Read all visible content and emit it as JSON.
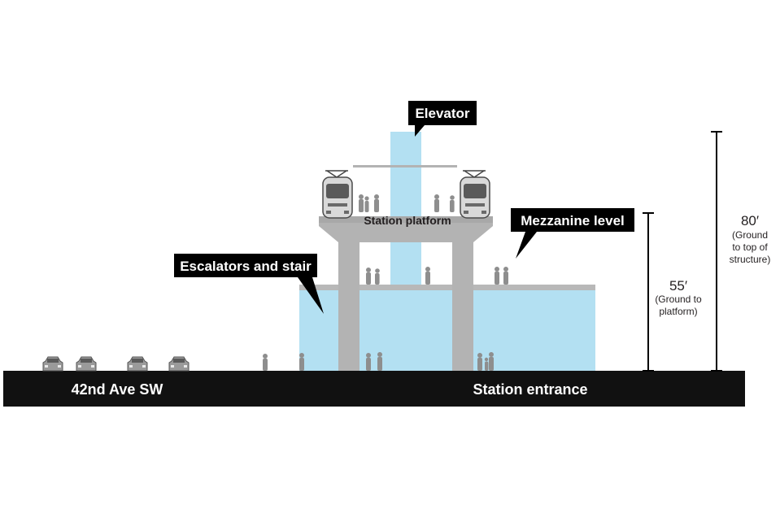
{
  "labels": {
    "elevator": "Elevator",
    "mezzanine": "Mezzanine level",
    "escalators": "Escalators and stair",
    "platform": "Station platform",
    "street": "42nd Ave SW",
    "entrance": "Station entrance"
  },
  "dimensions": {
    "platform_height_value": "55′",
    "platform_height_line1": "(Ground to",
    "platform_height_line2": "platform)",
    "structure_height_value": "80′",
    "structure_height_line1": "(Ground",
    "structure_height_line2": "to top of",
    "structure_height_line3": "structure)"
  },
  "colors": {
    "ground": "#111111",
    "structure": "#b3b3b3",
    "glass": "#b3e0f2",
    "callout": "#000000"
  }
}
